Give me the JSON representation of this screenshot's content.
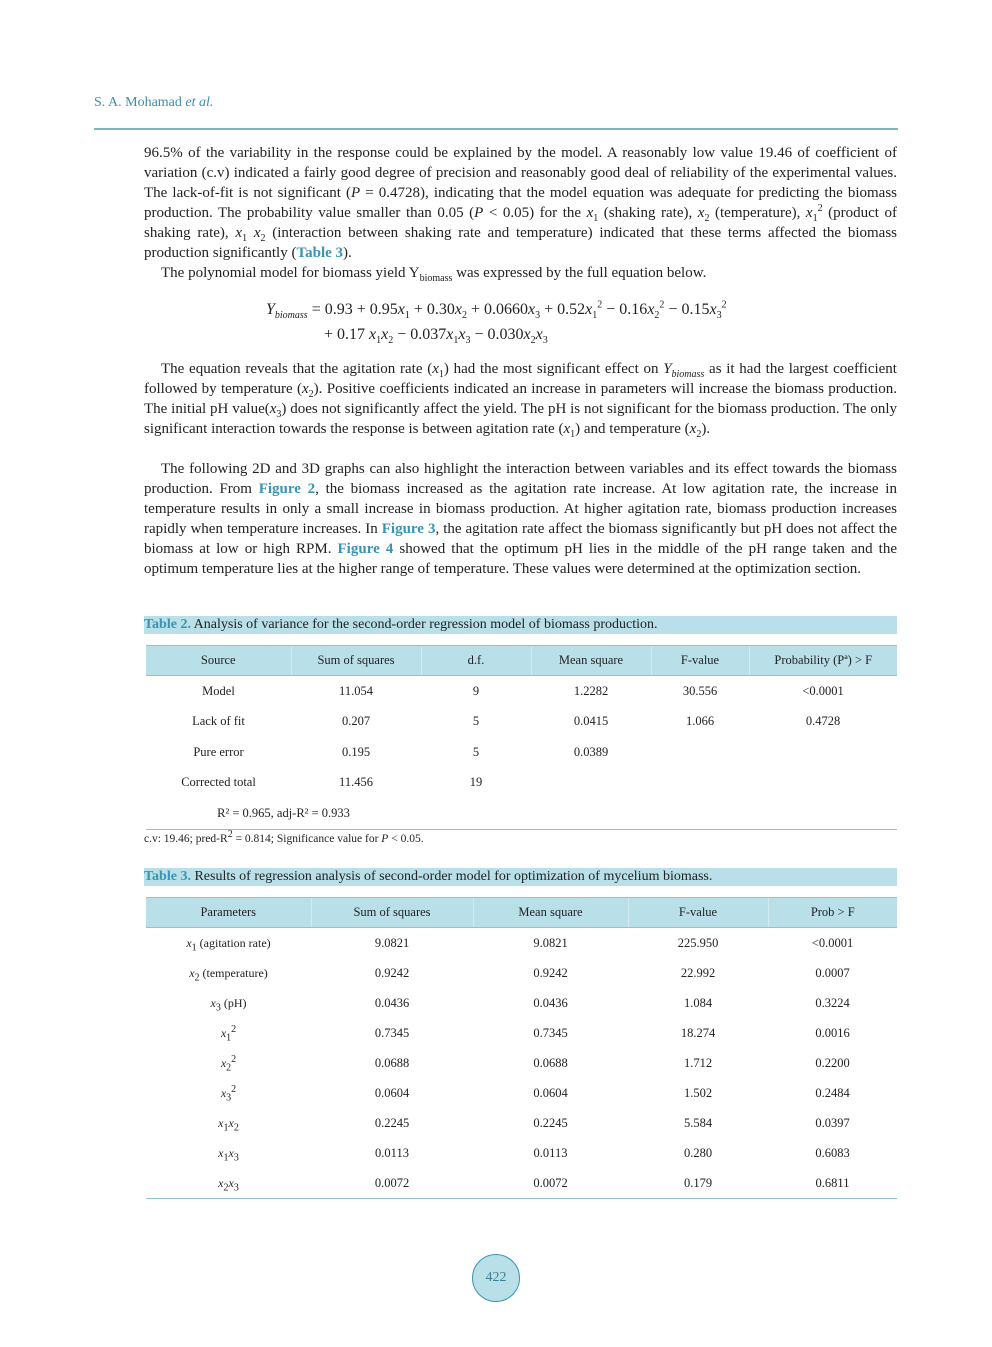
{
  "header": {
    "author": "S. A. Mohamad",
    "etal": "et al."
  },
  "colors": {
    "accent": "#3a94b0",
    "table_header_bg": "#b9dfe9"
  },
  "paragraphs": {
    "p1": [
      [
        "96.5% of the variability in the response could be explained by the model. A reasonably low value 19.46 of coefficient of variation (c.v) indicated a fairly good degree of precision and reasonably good deal of reliability of the experimental values. The lack-of-fit is not significant (",
        ""
      ],
      [
        "P",
        "i"
      ],
      [
        " = 0.4728), indicating that the model equation was adequate for predicting the biomass production. The probability value smaller than 0.05 (",
        ""
      ],
      [
        "P",
        "i"
      ],
      [
        " < 0.05) for the ",
        ""
      ],
      [
        "x",
        "i"
      ],
      [
        "1",
        "sub"
      ],
      [
        " (shaking rate), ",
        ""
      ],
      [
        "x",
        "i"
      ],
      [
        "2",
        "sub"
      ],
      [
        " (temperature),  ",
        ""
      ],
      [
        "x",
        "i"
      ],
      [
        "1",
        "sub"
      ],
      [
        "2",
        "sup"
      ],
      [
        "  (product of shaking rate), ",
        ""
      ],
      [
        "x",
        "i"
      ],
      [
        "1",
        "sub"
      ],
      [
        " ",
        ""
      ],
      [
        "x",
        "i"
      ],
      [
        "2",
        "sub"
      ],
      [
        " (interaction between shaking rate and temperature) indicated that these terms affected the biomass production significantly (",
        ""
      ],
      [
        "Table 3",
        "link"
      ],
      [
        ").",
        ""
      ]
    ],
    "p2": [
      [
        "The polynomial model for biomass yield Y",
        ""
      ],
      [
        "biomass",
        "sub"
      ],
      [
        " was expressed by the full equation below.",
        ""
      ]
    ],
    "p3": [
      [
        "The equation reveals that the agitation rate (",
        ""
      ],
      [
        "x",
        "i"
      ],
      [
        "1",
        "sub"
      ],
      [
        ") had the most significant effect on ",
        ""
      ],
      [
        "Y",
        "i"
      ],
      [
        "biomass",
        "sub-i"
      ],
      [
        " as it had the largest coefficient followed by temperature (",
        ""
      ],
      [
        "x",
        "i"
      ],
      [
        "2",
        "sub"
      ],
      [
        "). Positive coefficients indicated an increase in parameters will increase the biomass production. The initial pH value(",
        ""
      ],
      [
        "x",
        "i"
      ],
      [
        "3",
        "sub"
      ],
      [
        ") does not significantly affect the yield. The pH is not significant for the biomass production. The only significant interaction towards the response is between agitation rate (",
        ""
      ],
      [
        "x",
        "i"
      ],
      [
        "1",
        "sub"
      ],
      [
        ") and temperature (",
        ""
      ],
      [
        "x",
        "i"
      ],
      [
        "2",
        "sub"
      ],
      [
        ").",
        ""
      ]
    ],
    "p4": [
      [
        "The following 2D and 3D graphs can also highlight the interaction between variables and its effect towards the biomass production. From ",
        ""
      ],
      [
        "Figure 2",
        "link"
      ],
      [
        ", the biomass increased as the agitation rate increase. At low agitation rate, the increase in temperature results in only a small increase in biomass production. At higher agitation rate, biomass production increases rapidly when temperature increases. In ",
        ""
      ],
      [
        "Figure 3",
        "link"
      ],
      [
        ", the agitation rate affect the biomass significantly but pH does not affect the biomass at low or high RPM. ",
        ""
      ],
      [
        "Figure 4",
        "link"
      ],
      [
        " showed that the optimum pH lies in the middle of the pH range taken and the optimum temperature lies at the higher range of temperature. These values were determined at the optimization section.",
        ""
      ]
    ]
  },
  "equation": {
    "line1": [
      [
        "Y",
        "i"
      ],
      [
        "biomass",
        "sub-i"
      ],
      [
        " = 0.93 + 0.95",
        ""
      ],
      [
        "x",
        "i"
      ],
      [
        "1",
        "sub"
      ],
      [
        " + 0.30",
        ""
      ],
      [
        "x",
        "i"
      ],
      [
        "2",
        "sub"
      ],
      [
        " + 0.0660",
        ""
      ],
      [
        "x",
        "i"
      ],
      [
        "3",
        "sub"
      ],
      [
        " + 0.52",
        ""
      ],
      [
        "x",
        "i"
      ],
      [
        "1",
        "sub"
      ],
      [
        "2",
        "sup"
      ],
      [
        " − 0.16",
        ""
      ],
      [
        "x",
        "i"
      ],
      [
        "2",
        "sub"
      ],
      [
        "2",
        "sup"
      ],
      [
        " − 0.15",
        ""
      ],
      [
        "x",
        "i"
      ],
      [
        "3",
        "sub"
      ],
      [
        "2",
        "sup"
      ]
    ],
    "line2": [
      [
        "+ 0.17 ",
        ""
      ],
      [
        "x",
        "i"
      ],
      [
        "1",
        "sub"
      ],
      [
        "x",
        "i"
      ],
      [
        "2",
        "sub"
      ],
      [
        " − 0.037",
        ""
      ],
      [
        "x",
        "i"
      ],
      [
        "1",
        "sub"
      ],
      [
        "x",
        "i"
      ],
      [
        "3",
        "sub"
      ],
      [
        " − 0.030",
        ""
      ],
      [
        "x",
        "i"
      ],
      [
        "2",
        "sub"
      ],
      [
        "x",
        "i"
      ],
      [
        "3",
        "sub"
      ]
    ]
  },
  "table2": {
    "label": "Table 2.",
    "caption": " Analysis of variance for the second-order regression model of biomass production.",
    "headers": [
      "Source",
      "Sum of squares",
      "d.f.",
      "Mean square",
      "F-value",
      "Probability (Pª) > F"
    ],
    "rows": [
      [
        "Model",
        "11.054",
        "9",
        "1.2282",
        "30.556",
        "<0.0001"
      ],
      [
        "Lack of fit",
        "0.207",
        "5",
        "0.0415",
        "1.066",
        "0.4728"
      ],
      [
        "Pure error",
        "0.195",
        "5",
        "0.0389",
        "",
        ""
      ],
      [
        "Corrected total",
        "11.456",
        "19",
        "",
        "",
        ""
      ]
    ],
    "r2_line": "R² = 0.965, adj-R² = 0.933",
    "footnote": [
      [
        "c.v: 19.46; pred-R",
        ""
      ],
      [
        "2",
        "sup"
      ],
      [
        " = 0.814; Significance value for ",
        ""
      ],
      [
        "P",
        "i"
      ],
      [
        " < 0.05.",
        ""
      ]
    ]
  },
  "table3": {
    "label": "Table 3.",
    "caption": " Results of regression analysis of second-order model for optimization of mycelium biomass.",
    "headers": [
      "Parameters",
      "Sum of squares",
      "Mean square",
      "F-value",
      "Prob > F"
    ],
    "rows": [
      {
        "param": [
          [
            "x",
            "i"
          ],
          [
            "1",
            "sub"
          ],
          [
            " (agitation rate)",
            ""
          ]
        ],
        "values": [
          "9.0821",
          "9.0821",
          "225.950",
          "<0.0001"
        ]
      },
      {
        "param": [
          [
            "x",
            "i"
          ],
          [
            "2",
            "sub"
          ],
          [
            " (temperature)",
            ""
          ]
        ],
        "values": [
          "0.9242",
          "0.9242",
          "22.992",
          "0.0007"
        ]
      },
      {
        "param": [
          [
            "x",
            "i"
          ],
          [
            "3",
            "sub"
          ],
          [
            " (pH)",
            ""
          ]
        ],
        "values": [
          "0.0436",
          "0.0436",
          "1.084",
          "0.3224"
        ]
      },
      {
        "param": [
          [
            "x",
            "i"
          ],
          [
            "1",
            "sub"
          ],
          [
            "2",
            "sup"
          ]
        ],
        "values": [
          "0.7345",
          "0.7345",
          "18.274",
          "0.0016"
        ]
      },
      {
        "param": [
          [
            "x",
            "i"
          ],
          [
            "2",
            "sub"
          ],
          [
            "2",
            "sup"
          ]
        ],
        "values": [
          "0.0688",
          "0.0688",
          "1.712",
          "0.2200"
        ]
      },
      {
        "param": [
          [
            "x",
            "i"
          ],
          [
            "3",
            "sub"
          ],
          [
            "2",
            "sup"
          ]
        ],
        "values": [
          "0.0604",
          "0.0604",
          "1.502",
          "0.2484"
        ]
      },
      {
        "param": [
          [
            "x",
            "i"
          ],
          [
            "1",
            "sub"
          ],
          [
            "x",
            "i"
          ],
          [
            "2",
            "sub"
          ]
        ],
        "values": [
          "0.2245",
          "0.2245",
          "5.584",
          "0.0397"
        ]
      },
      {
        "param": [
          [
            "x",
            "i"
          ],
          [
            "1",
            "sub"
          ],
          [
            "x",
            "i"
          ],
          [
            "3",
            "sub"
          ]
        ],
        "values": [
          "0.0113",
          "0.0113",
          "0.280",
          "0.6083"
        ]
      },
      {
        "param": [
          [
            "x",
            "i"
          ],
          [
            "2",
            "sub"
          ],
          [
            "x",
            "i"
          ],
          [
            "3",
            "sub"
          ]
        ],
        "values": [
          "0.0072",
          "0.0072",
          "0.179",
          "0.6811"
        ]
      }
    ]
  },
  "page_number": "422"
}
